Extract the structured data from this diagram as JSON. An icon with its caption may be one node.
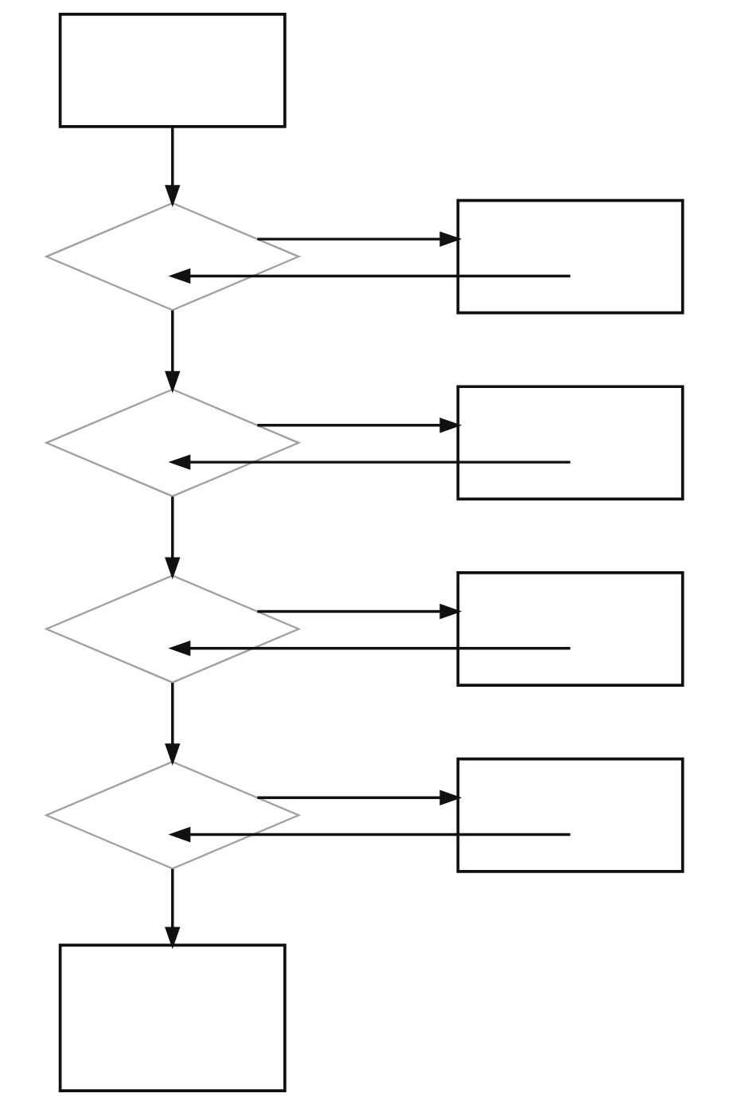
{
  "diagram": {
    "nodes": [
      {
        "text": [],
        "shape": "box"
      },
      {
        "text": [],
        "shape": "diamond"
      },
      {
        "text": [],
        "shape": "box"
      },
      {
        "text": [],
        "shape": "diamond"
      },
      {
        "text": [],
        "shape": "box"
      },
      {
        "text": [],
        "shape": "diamond"
      },
      {
        "text": [],
        "shape": "box"
      },
      {
        "text": [],
        "shape": "diamond"
      },
      {
        "text": [],
        "shape": "box"
      },
      {
        "text": [],
        "shape": "box"
      }
    ],
    "edges": [
      {
        "from": 0,
        "to": 1,
        "arrow": "to"
      },
      {
        "from": 1,
        "to": 2,
        "arrow": "to"
      },
      {
        "from": 2,
        "to": 1,
        "arrow": "to"
      },
      {
        "from": 1,
        "to": 3,
        "arrow": "to"
      },
      {
        "from": 3,
        "to": 4,
        "arrow": "to"
      },
      {
        "from": 4,
        "to": 3,
        "arrow": "to"
      },
      {
        "from": 3,
        "to": 5,
        "arrow": "to"
      },
      {
        "from": 5,
        "to": 6,
        "arrow": "to"
      },
      {
        "from": 6,
        "to": 5,
        "arrow": "to"
      },
      {
        "from": 5,
        "to": 7,
        "arrow": "to"
      },
      {
        "from": 7,
        "to": 8,
        "arrow": "to"
      },
      {
        "from": 8,
        "to": 7,
        "arrow": "to"
      },
      {
        "from": 7,
        "to": 9,
        "arrow": "to"
      }
    ]
  }
}
